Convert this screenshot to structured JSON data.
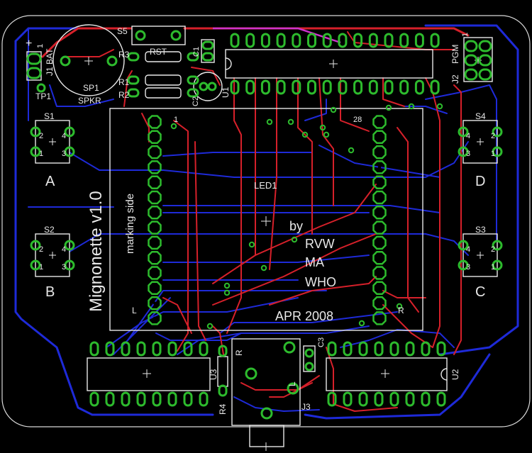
{
  "colors": {
    "background": "#000000",
    "outline": "#d8d8d8",
    "silk": "#e8e8e8",
    "top_copper": "#d6202a",
    "bottom_copper": "#1e2ad8",
    "pad": "#2dbb2d",
    "via": "#2dbb2d",
    "highlight": "#cc33cc"
  },
  "labels": {
    "title": "Mignonette v1.0",
    "marking_side": "marking side",
    "led": "LED1",
    "by": "by",
    "author1": "RVW",
    "author2": "MA",
    "author3": "WHO",
    "date": "APR 2008",
    "bat": "J1 BAT",
    "bat_pin": "1",
    "bat_plus": "+",
    "tp1": "TP1",
    "sp1": "SP1",
    "spkr": "SPKR",
    "s5": "S5",
    "rst": "RST",
    "r3": "R3",
    "r1": "R1",
    "r2": "R2",
    "c1": "C1",
    "c2": "C2",
    "u1": "U1",
    "pgm": "PGM",
    "j2": "J2",
    "pgm_pin": "1",
    "s1": "S1",
    "s2": "S2",
    "s3": "S3",
    "s4": "S4",
    "btn_a": "A",
    "btn_b": "B",
    "btn_c": "C",
    "btn_d": "D",
    "pin_1": "1",
    "pin_2": "2",
    "pin_3": "3",
    "pin_4": "4",
    "led_pin1": "1",
    "led_pin28": "28",
    "led_l": "L",
    "led_r": "R",
    "u3": "U3",
    "r4": "R4",
    "j3": "J3",
    "j3_r": "R",
    "j3_l": "L",
    "c3": "C3",
    "u2": "U2"
  }
}
